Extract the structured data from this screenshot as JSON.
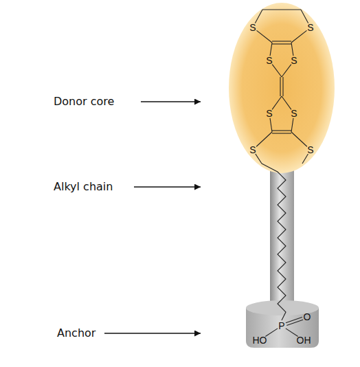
{
  "diagram": {
    "labels": [
      "Donor core",
      "S",
      "S",
      "S",
      "S",
      "S",
      "S",
      "S",
      "S",
      "Alkyl chain",
      "Anchor",
      "P",
      "O",
      "HO",
      "OH"
    ]
  }
}
